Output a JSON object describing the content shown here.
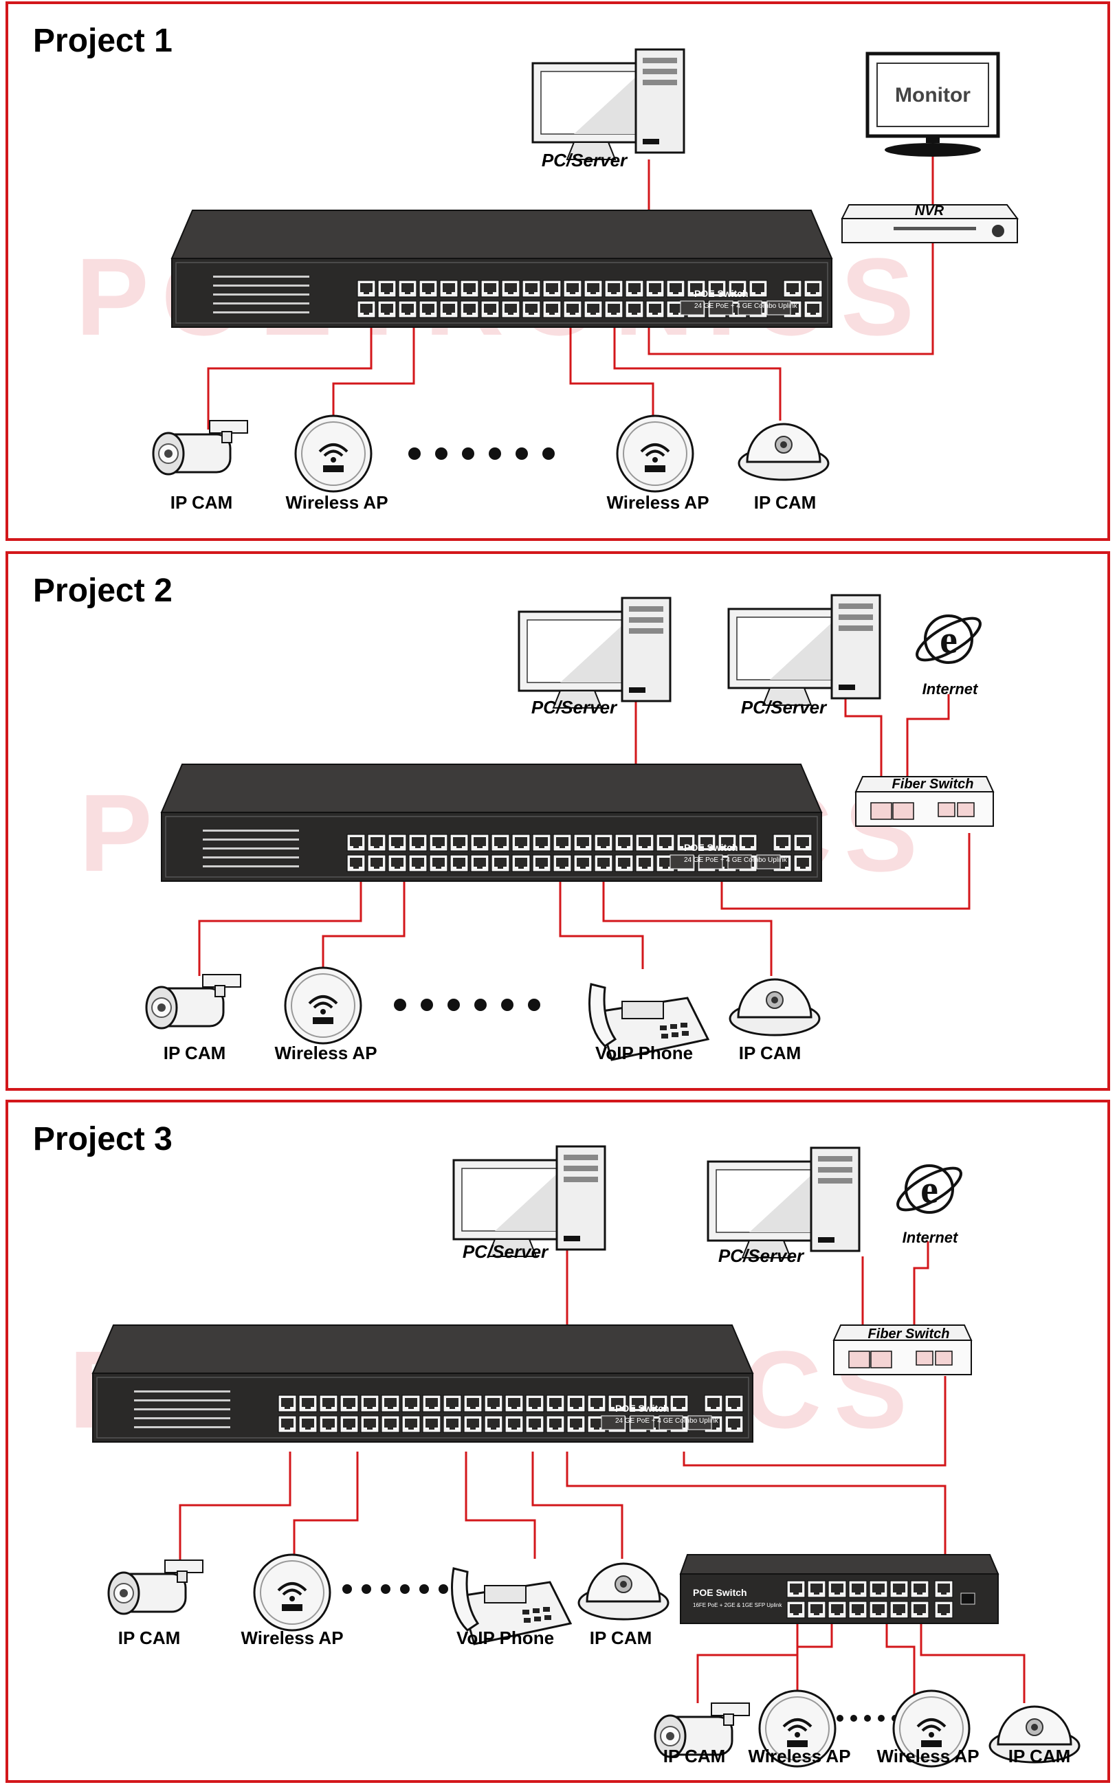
{
  "colors": {
    "frame": "#d3171b",
    "link": "#d3171b",
    "switch_body": "#3d3b3a",
    "switch_front": "#2a2928"
  },
  "watermark": "POETRONICS",
  "projects": [
    {
      "title": "Project 1",
      "labels": {
        "pc_server": "PC/Server",
        "monitor": "Monitor",
        "nvr": "NVR",
        "cam_left": "IP CAM",
        "ap_left": "Wireless AP",
        "ap_right": "Wireless AP",
        "cam_right": "IP CAM"
      },
      "switch": {
        "name": "POE Switch",
        "spec": "24 GE PoE + 4 GE Combo Uplink"
      }
    },
    {
      "title": "Project 2",
      "labels": {
        "pc_server_a": "PC/Server",
        "pc_server_b": "PC/Server",
        "internet": "Internet",
        "fiber_switch": "Fiber Switch",
        "cam_left": "IP CAM",
        "ap_left": "Wireless AP",
        "voip": "VoIP Phone",
        "cam_right": "IP CAM"
      },
      "switch": {
        "name": "POE Switch",
        "spec": "24 GE PoE + 4 GE Combo Uplink"
      }
    },
    {
      "title": "Project 3",
      "labels": {
        "pc_server_a": "PC/Server",
        "pc_server_b": "PC/Server",
        "internet": "Internet",
        "fiber_switch": "Fiber Switch",
        "cam_left": "IP CAM",
        "ap_left": "Wireless AP",
        "voip": "VoIP Phone",
        "cam_mid": "IP CAM",
        "cam_bottom_left": "IP CAM",
        "ap_bottom_a": "Wireless AP",
        "ap_bottom_b": "Wireless AP",
        "cam_bottom_right": "IP CAM"
      },
      "switch": {
        "name": "POE Switch",
        "spec": "24 GE PoE + 4 GE Combo Uplink"
      },
      "small_switch": {
        "name": "POE Switch",
        "spec": "16FE PoE + 2GE & 1GE SFP Uplink"
      }
    }
  ]
}
